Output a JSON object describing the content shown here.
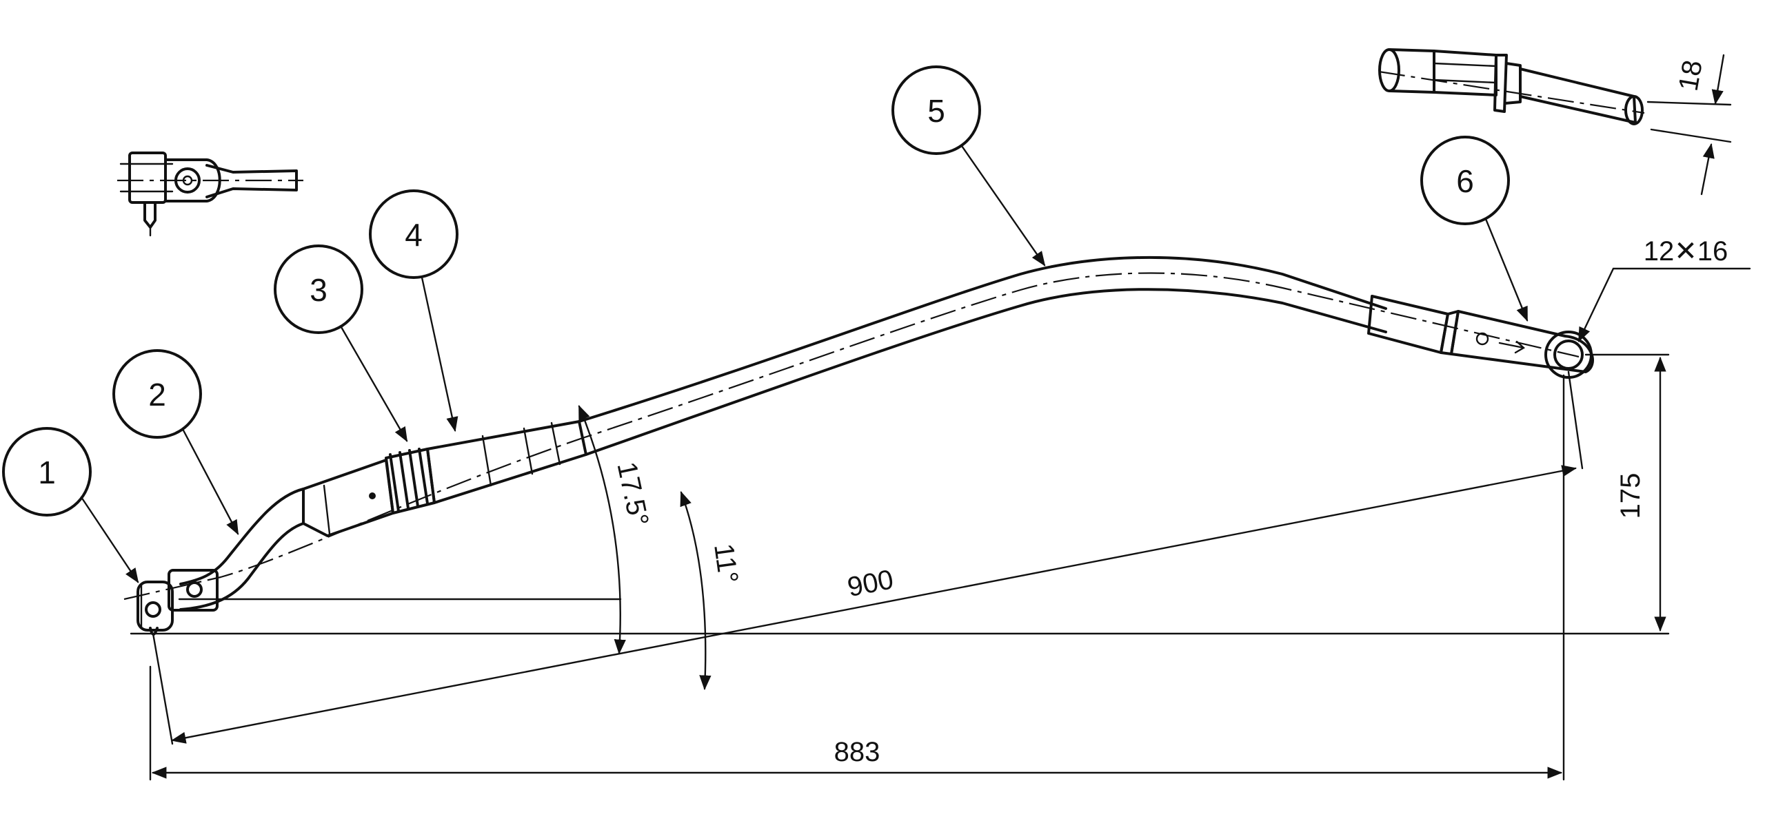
{
  "callouts": [
    "1",
    "2",
    "3",
    "4",
    "5",
    "6"
  ],
  "dimensions": {
    "angle_large": "17.5°",
    "angle_small": "11°",
    "length_diagonal": "900",
    "length_horizontal": "883",
    "height": "175",
    "eye_size": "12✕16",
    "detail_size": "18"
  }
}
